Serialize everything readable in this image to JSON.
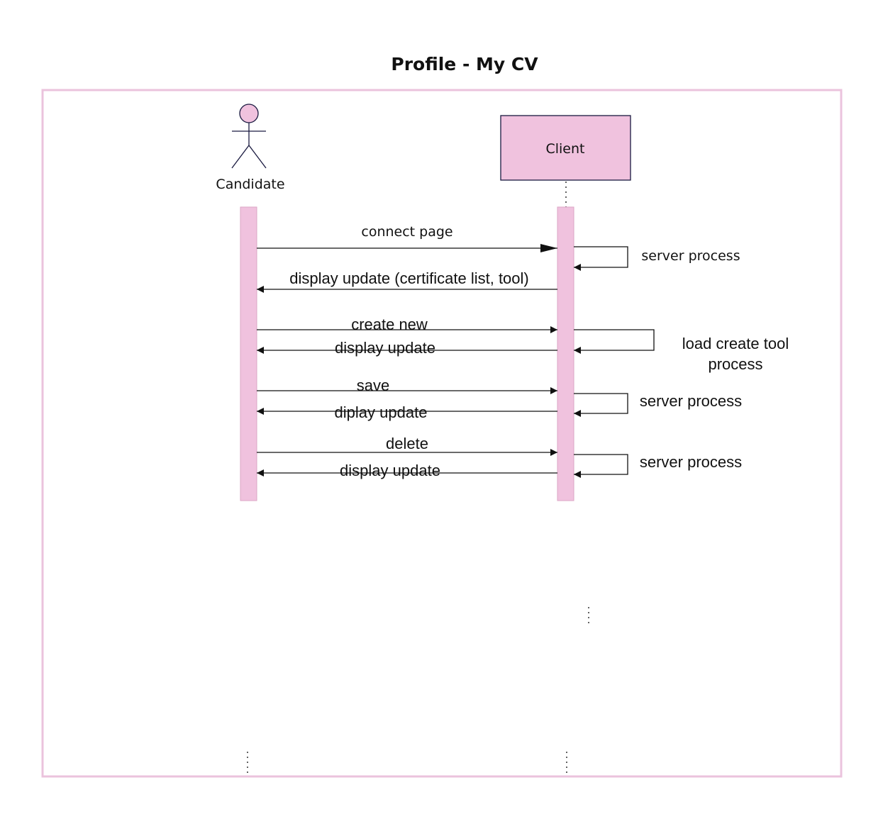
{
  "diagram": {
    "title": "Profile - My CV",
    "colors": {
      "frame": "#ebc3dd",
      "accent": "#f0c2de",
      "ink": "#111111"
    },
    "actor": {
      "name": "Candidate",
      "icon": "stick-figure-icon"
    },
    "participant": {
      "name": "Client"
    },
    "messages": [
      {
        "id": "connect-page",
        "label": "connect page"
      },
      {
        "id": "display-update-list",
        "label": "display update (certificate list, tool)"
      },
      {
        "id": "create-new",
        "label": "create new"
      },
      {
        "id": "display-update-create",
        "label": "display update"
      },
      {
        "id": "save",
        "label": "save"
      },
      {
        "id": "diplay-update-save",
        "label": "diplay update"
      },
      {
        "id": "delete",
        "label": "delete"
      },
      {
        "id": "display-update-delete",
        "label": "display update"
      }
    ],
    "self_messages": [
      {
        "id": "server-process-1",
        "label": "server process"
      },
      {
        "id": "load-create-tool",
        "line1": "load create tool",
        "line2": "process"
      },
      {
        "id": "server-process-2",
        "label": "server process"
      },
      {
        "id": "server-process-3",
        "label": "server process"
      }
    ]
  }
}
